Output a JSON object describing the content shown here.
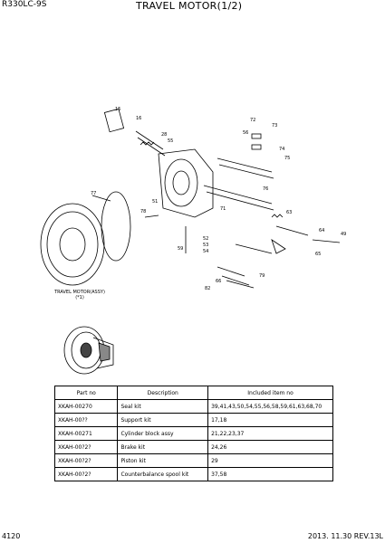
{
  "header": {
    "model": "R330LC-9S",
    "title": "TRAVEL MOTOR(1/2)"
  },
  "diagram": {
    "caption_line1": "TRAVEL MOTOR(ASSY)",
    "caption_line2": "(*1)",
    "callouts": [
      "15",
      "16",
      "28",
      "49",
      "51",
      "52",
      "53",
      "54",
      "55",
      "56",
      "59",
      "63",
      "64",
      "65",
      "66",
      "71",
      "72",
      "73",
      "74",
      "75",
      "76",
      "77",
      "78",
      "79",
      "82"
    ]
  },
  "table": {
    "headers": [
      "Part no",
      "Description",
      "Included item no"
    ],
    "rows": [
      [
        "XKAH-00270",
        "Seal kit",
        "39,41,43,50,54,55,56,58,59,61,63,68,70"
      ],
      [
        "XKAH-00??",
        "Support kit",
        "17,18"
      ],
      [
        "XKAH-00271",
        "Cylinder block assy",
        "21,22,23,37"
      ],
      [
        "XKAH-00?2?",
        "Brake kit",
        "24,26"
      ],
      [
        "XKAH-00?2?",
        "Piston kit",
        "29"
      ],
      [
        "XKAH-00?2?",
        "Counterbalance spool kit",
        "37,58"
      ]
    ]
  },
  "footer": {
    "page": "4120",
    "date_rev": "2013. 11.30  REV.13L"
  }
}
